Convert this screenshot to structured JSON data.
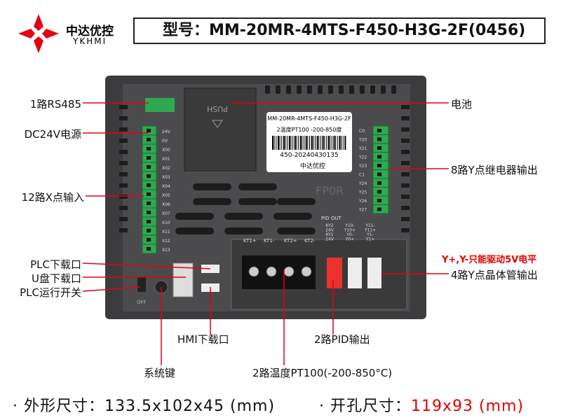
{
  "brand": {
    "name_cn": "中达优控",
    "name_en": "YKHMI"
  },
  "title": "型号：MM-20MR-4MTS-F450-H3G-2F(0456)",
  "device": {
    "label_model": "MM-20MR-4MTS-F450-H3G-2F",
    "label_spec": "2温度PT100   -200-850度",
    "label_serial": "450-20240430135",
    "label_brand": "中达优控",
    "panel_text": "FP0R",
    "battery_text": "PUSH",
    "pid_out": "PID OUT",
    "x_terminals": [
      "24V",
      "0V",
      "X00",
      "X01",
      "X02",
      "X03",
      "X04",
      "X05",
      "X06",
      "X07",
      "X10",
      "X11",
      "X12",
      "X13"
    ],
    "y_terminals": [
      "C0",
      "Y20",
      "Y21",
      "Y22",
      "Y23",
      "C1",
      "Y24",
      "Y25",
      "Y26",
      "Y27"
    ],
    "kt_labels": [
      "KT1+",
      "KT1-",
      "KT2+",
      "KT2-"
    ],
    "pid_cols": [
      [
        "KY2",
        "24V",
        "KY1",
        "24V"
      ],
      [
        "Y10-",
        "Y10+",
        "Y0-",
        "Y0+"
      ],
      [
        "Y11-",
        "Y11+",
        "Y1-",
        "Y1+"
      ]
    ],
    "switch_text": "OFF"
  },
  "callouts": {
    "rs485": "1路RS485",
    "dc24v": "DC24V电源",
    "x_input": "12路X点输入",
    "plc_download": "PLC下载口",
    "usb_download": "U盘下载口",
    "run_switch": "PLC运行开关",
    "battery": "电池",
    "y_relay": "8路Y点继电器输出",
    "y_warning": "Y+,Y-只能驱动5V电平",
    "y_transistor": "4路Y点晶体管输出",
    "hmi_download": "HMI下载口",
    "system_key": "系统键",
    "pid_output": "2路PID输出",
    "pt100": "2路温度PT100(-200-850°C)"
  },
  "footer": {
    "outer_label": "· 外形尺寸：",
    "outer_value": "133.5x102x45 (mm)",
    "cutout_label": "· 开孔尺寸：",
    "cutout_value": "119x93 (mm)"
  },
  "colors": {
    "accent": "#e00000",
    "terminal": "#2fa84f",
    "body": "#4a4a4c"
  }
}
